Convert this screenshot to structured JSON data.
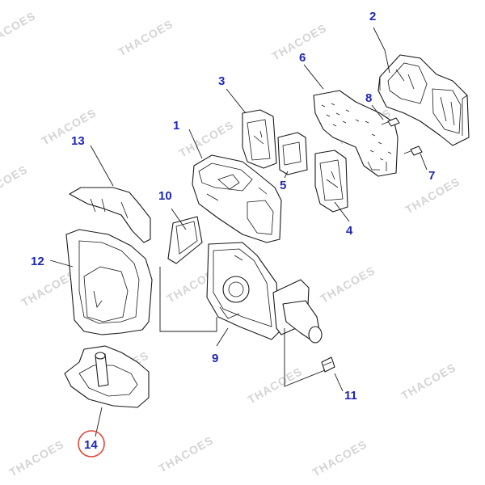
{
  "watermark_text": "THACOES",
  "callouts": {
    "c1": "1",
    "c2": "2",
    "c3": "3",
    "c4": "4",
    "c5": "5",
    "c6": "6",
    "c7": "7",
    "c8": "8",
    "c9": "9",
    "c10": "10",
    "c11": "11",
    "c12": "12",
    "c13": "13",
    "c14": "14"
  },
  "colors": {
    "callout_text": "#1f27b8",
    "highlight_ring": "#e0473a",
    "watermark": "#d4d4d4",
    "line_art": "#1a1a1a"
  },
  "highlighted_callout": "14"
}
